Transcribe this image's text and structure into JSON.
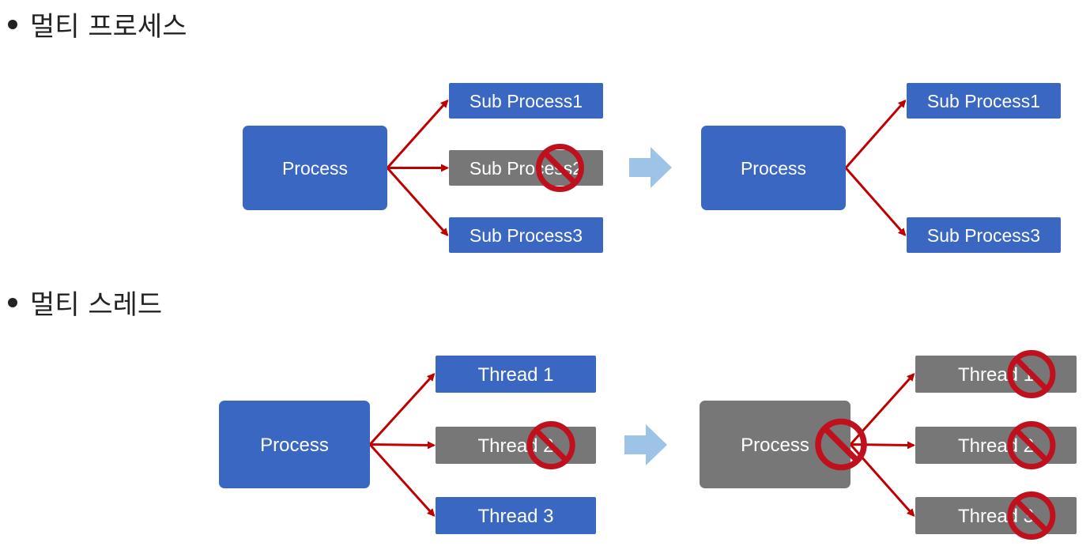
{
  "sections": [
    {
      "heading": "멀티 프로세스",
      "before": {
        "parent": {
          "label": "Process",
          "state": "active"
        },
        "children": [
          {
            "label": "Sub Process1",
            "state": "active"
          },
          {
            "label": "Sub Process2",
            "state": "killed"
          },
          {
            "label": "Sub Process3",
            "state": "active"
          }
        ]
      },
      "after": {
        "parent": {
          "label": "Process",
          "state": "active"
        },
        "children": [
          {
            "label": "Sub Process1",
            "state": "active"
          },
          {
            "label": "Sub Process3",
            "state": "active"
          }
        ]
      }
    },
    {
      "heading": "멀티 스레드",
      "before": {
        "parent": {
          "label": "Process",
          "state": "active"
        },
        "children": [
          {
            "label": "Thread 1",
            "state": "active"
          },
          {
            "label": "Thread 2",
            "state": "killed"
          },
          {
            "label": "Thread 3",
            "state": "active"
          }
        ]
      },
      "after": {
        "parent": {
          "label": "Process",
          "state": "killed"
        },
        "children": [
          {
            "label": "Thread 1",
            "state": "killed"
          },
          {
            "label": "Thread 2",
            "state": "killed"
          },
          {
            "label": "Thread 3",
            "state": "killed"
          }
        ]
      }
    }
  ],
  "colors": {
    "active": "#3a67c2",
    "killed": "#777777",
    "arrow": "#c00000",
    "transition_arrow": "#9dc3e6",
    "prohibit": "#c0101e"
  }
}
